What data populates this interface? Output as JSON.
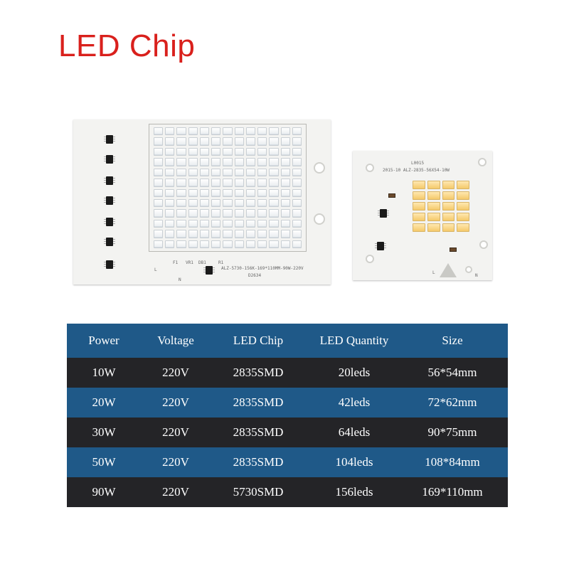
{
  "title": "LED Chip",
  "boards": {
    "large": {
      "silkscreen": "ALZ-5730-156K-169*110MM-90W-220V",
      "code": "D2634",
      "labels": [
        "L",
        "N",
        "F1",
        "VR1",
        "DB1",
        "R1"
      ]
    },
    "small": {
      "silkscreen_top": "L0015",
      "silkscreen_model": "2015-10  ALZ-2835-56X54-10W",
      "labels": [
        "L",
        "N"
      ]
    }
  },
  "table": {
    "headers": [
      "Power",
      "Voltage",
      "LED Chip",
      "LED Quantity",
      "Size"
    ],
    "rows": [
      [
        "10W",
        "220V",
        "2835SMD",
        "20leds",
        "56*54mm"
      ],
      [
        "20W",
        "220V",
        "2835SMD",
        "42leds",
        "72*62mm"
      ],
      [
        "30W",
        "220V",
        "2835SMD",
        "64leds",
        "90*75mm"
      ],
      [
        "50W",
        "220V",
        "2835SMD",
        "104leds",
        "108*84mm"
      ],
      [
        "90W",
        "220V",
        "5730SMD",
        "156leds",
        "169*110mm"
      ]
    ]
  },
  "colors": {
    "title": "#d9201c",
    "header_row": "#1f5988",
    "dark_row": "#242427"
  }
}
